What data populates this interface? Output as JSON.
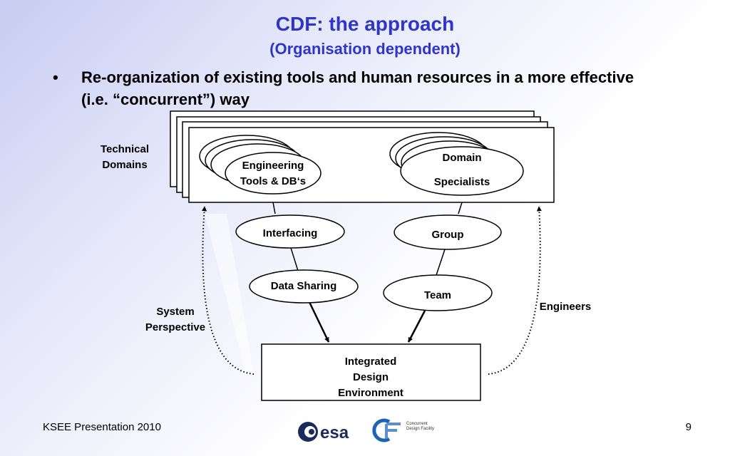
{
  "slide": {
    "title": "CDF: the approach",
    "subtitle": "(Organisation dependent)",
    "bullet_marker": "•",
    "bullet_text": "Re-organization of existing tools and human resources in a more effective (i.e. “concurrent”) way"
  },
  "diagram": {
    "technical_domains": [
      "Technical",
      "Domains"
    ],
    "engineering_tools": [
      "Engineering",
      "Tools & DB‘s"
    ],
    "domain_specialists": [
      "Domain",
      "Specialists"
    ],
    "interfacing": "Interfacing",
    "group": "Group",
    "data_sharing": "Data Sharing",
    "team": "Team",
    "system_perspective": [
      "System",
      "Perspective"
    ],
    "engineers": "Engineers",
    "ide": [
      "Integrated",
      "Design",
      "Environment"
    ]
  },
  "footer": {
    "left_text": "KSEE Presentation 2010",
    "page_number": "9",
    "esa_logo_text": "esa",
    "cdf_logo_text": [
      "Concurrent",
      "Design Facility"
    ]
  },
  "colors": {
    "title": "#2e35c8",
    "esa_logo": "#1b2a5c",
    "cdf_logo": "#1e64b4"
  }
}
